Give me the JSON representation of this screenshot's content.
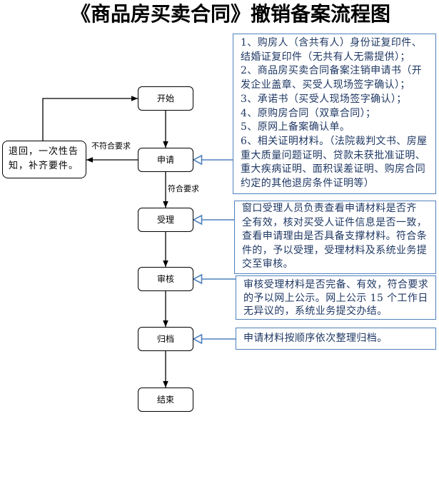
{
  "title": "《商品房买卖合同》撤销备案流程图",
  "flow": {
    "start": "开始",
    "apply": "申请",
    "accept": "受理",
    "review": "审核",
    "archive": "归档",
    "end": "结束",
    "return_box": [
      "退回，一次性告",
      "知，补齐要件。"
    ],
    "label_not_qualified": "不符合要求",
    "label_qualified": "符合要求"
  },
  "notes": {
    "apply_materials": [
      "1、购房人（含共有人）身份证复印件、",
      "结婚证复印件（无共有人无需提供）；",
      "2、商品房买卖合同备案注销申请书（开",
      "发企业盖章、买受人现场签字确认）；",
      "3、承诺书（买受人现场签字确认）；",
      "4、原购房合同（双章合同）；",
      "5、原网上备案确认单。",
      "6、相关证明材料。（法院裁判文书、房屋",
      "重大质量问题证明、贷款未获批准证明、",
      "重大疾病证明、面积误差证明、购房合同",
      "约定的其他退房条件证明等）"
    ],
    "accept_rules": [
      "窗口受理人员负责查看申请材料是否齐",
      "全有效，核对买受人证件信息是否一致，",
      "查看申请理由是否具备支撑材料。符合条",
      "件的，予以受理，受理材料及系统业务提",
      "交至审核。"
    ],
    "review_rules": [
      "审核受理材料是否完备、有效，符合要求",
      "的予以网上公示。网上公示 15 个工作日",
      "无异议的，系统业务提交办结。"
    ],
    "archive_rules": [
      "申请材料按顺序依次整理归档。"
    ]
  },
  "colors": {
    "node_border": "#000000",
    "connector": "#000000",
    "note_border": "#4f81bd",
    "note_text": "#1f3864"
  }
}
